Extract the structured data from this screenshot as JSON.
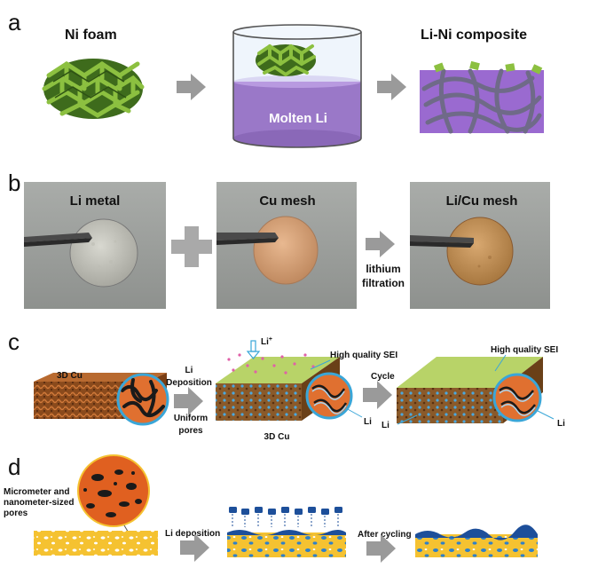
{
  "panel_a": {
    "letter": "a",
    "ni_foam": "Ni foam",
    "molten_li": "Molten Li",
    "composite": "Li-Ni composite"
  },
  "panel_b": {
    "letter": "b",
    "li_metal": "Li metal",
    "cu_mesh": "Cu mesh",
    "li_cu_mesh": "Li/Cu mesh",
    "lithium": "lithium",
    "filtration": "filtration"
  },
  "panel_c": {
    "letter": "c",
    "cu_3d_left": "3D Cu",
    "li_word": "Li",
    "deposition": "Deposition",
    "uniform": "Uniform",
    "pores": "pores",
    "li_ion": "Li",
    "li_ion_sup": "+",
    "sei_middle": "High quality SEI",
    "cu_3d_middle": "3D Cu",
    "li_middle": "Li",
    "cycle": "Cycle",
    "sei_right": "High quality SEI",
    "li_right": "Li"
  },
  "panel_d": {
    "letter": "d",
    "pores_line1": "Micrometer and",
    "pores_line2": "nanometer-sized",
    "pores_line3": "pores",
    "li_deposition": "Li deposition",
    "after_cycling": "After cycling"
  },
  "colors": {
    "arrow_gray": "#9a9a9a",
    "nickel_green": "#5a8a2a",
    "li_purple": "#9a78c8",
    "sei_green": "#b8d368",
    "copper_orange": "#e07030",
    "li_blue": "#3aa6d8",
    "porous_yellow": "#f5c231",
    "li_dark_blue": "#1d4f9a"
  }
}
